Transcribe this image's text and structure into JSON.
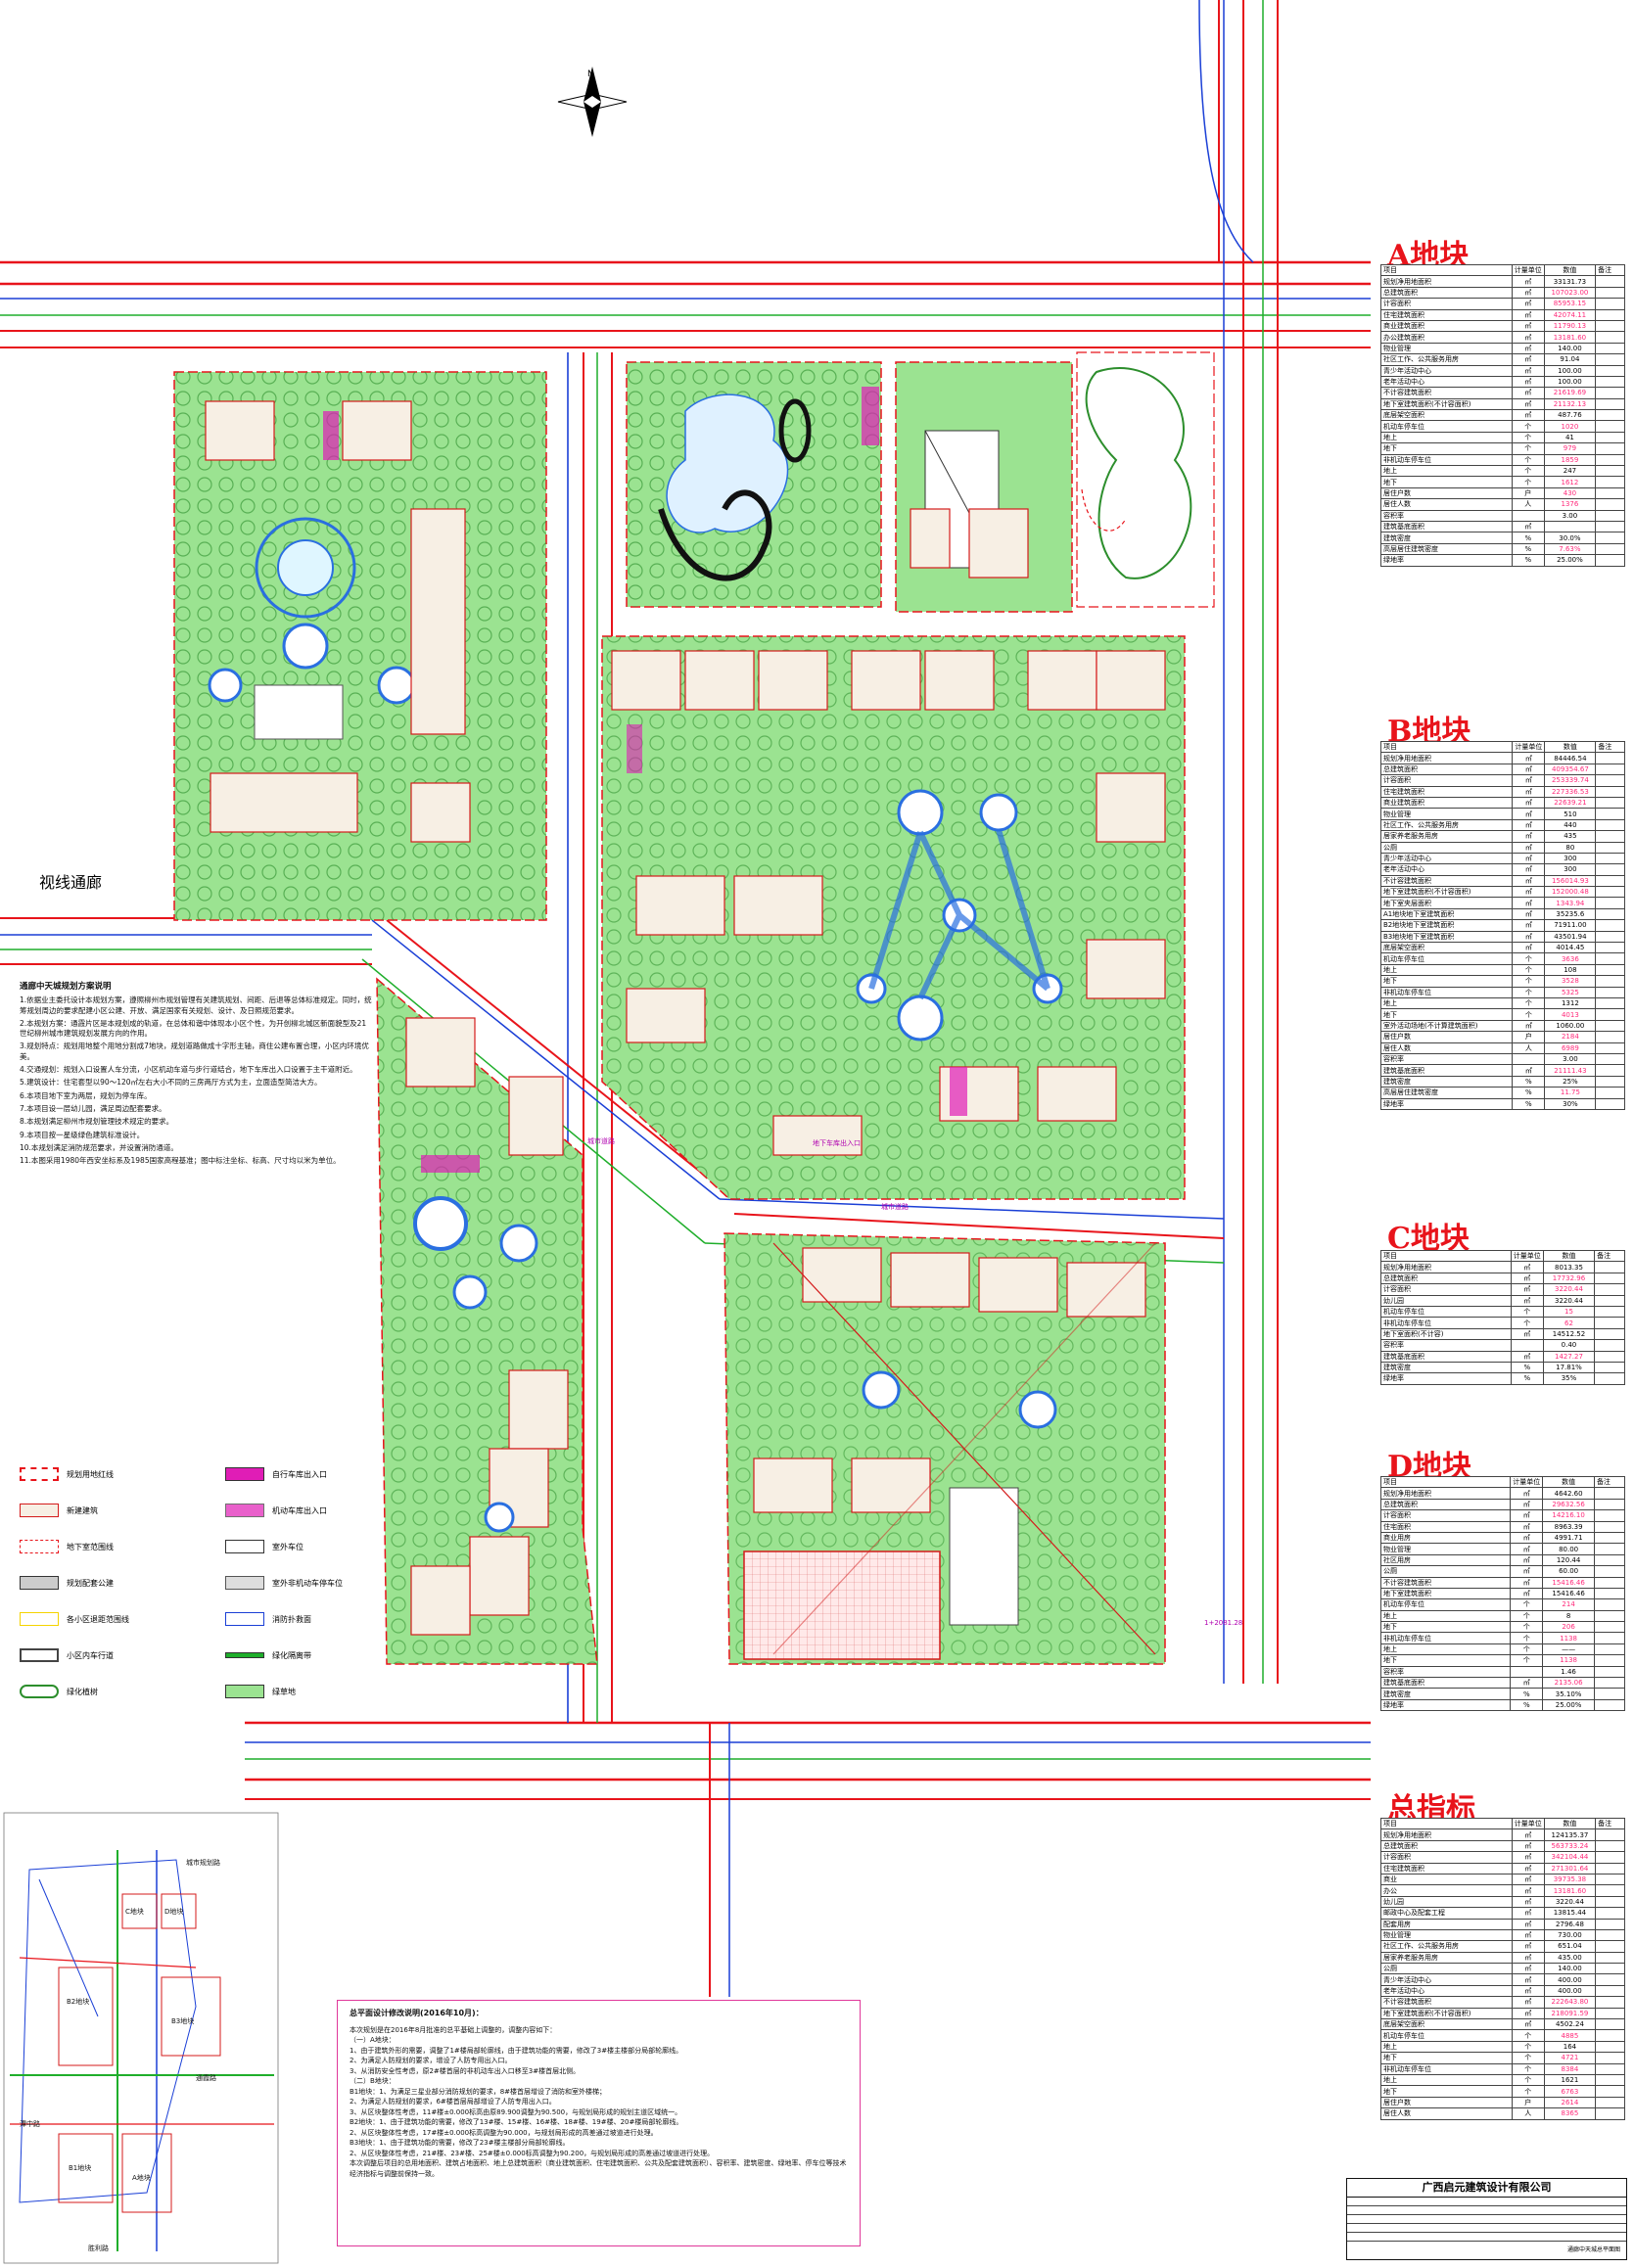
{
  "page": {
    "sight_corridor_label": "视线通廊",
    "north_symbol": "N"
  },
  "colors": {
    "green_space": "#9be391",
    "road_red": "#e8141b",
    "road_blue": "#1a3fd6",
    "road_green": "#1fae2b",
    "magenta": "#e01db6",
    "building_outline": "#d41b1b",
    "yellow_line": "#f5d400",
    "tree": "#2c8e2c"
  },
  "blocks": [
    {
      "id": "A",
      "label": "A地块"
    },
    {
      "id": "B",
      "label": "B地块"
    },
    {
      "id": "C",
      "label": "C地块"
    },
    {
      "id": "D",
      "label": "D地块"
    }
  ],
  "tables": {
    "A": {
      "title": "A地块",
      "header": [
        "项目",
        "计量单位",
        "数值",
        "备注"
      ],
      "rows": [
        [
          "规划净用地面积",
          "㎡",
          "33131.73",
          ""
        ],
        [
          "总建筑面积",
          "㎡",
          "107023.00",
          ""
        ],
        [
          "计容面积",
          "㎡",
          "85953.15",
          ""
        ],
        [
          "住宅建筑面积",
          "㎡",
          "42074.11",
          ""
        ],
        [
          "商业建筑面积",
          "㎡",
          "11790.13",
          ""
        ],
        [
          "办公建筑面积",
          "㎡",
          "13181.60",
          ""
        ],
        [
          "物业管理",
          "㎡",
          "140.00",
          ""
        ],
        [
          "社区工作、公共服务用房",
          "㎡",
          "91.04",
          ""
        ],
        [
          "青少年活动中心",
          "㎡",
          "100.00",
          ""
        ],
        [
          "老年活动中心",
          "㎡",
          "100.00",
          ""
        ],
        [
          "不计容建筑面积",
          "㎡",
          "21619.69",
          ""
        ],
        [
          "地下室建筑面积(不计容面积)",
          "㎡",
          "21132.13",
          ""
        ],
        [
          "底层架空面积",
          "㎡",
          "487.76",
          ""
        ],
        [
          "机动车停车位",
          "个",
          "1020",
          ""
        ],
        [
          "地上",
          "个",
          "41",
          ""
        ],
        [
          "地下",
          "个",
          "979",
          ""
        ],
        [
          "非机动车停车位",
          "个",
          "1859",
          ""
        ],
        [
          "地上",
          "个",
          "247",
          ""
        ],
        [
          "地下",
          "个",
          "1612",
          ""
        ],
        [
          "居住户数",
          "户",
          "430",
          ""
        ],
        [
          "居住人数",
          "人",
          "1376",
          ""
        ],
        [
          "容积率",
          "",
          "3.00",
          ""
        ],
        [
          "建筑基底面积",
          "㎡",
          "",
          ""
        ],
        [
          "建筑密度",
          "%",
          "30.0%",
          ""
        ],
        [
          "高层居住建筑密度",
          "%",
          "7.63%",
          ""
        ],
        [
          "绿地率",
          "%",
          "25.00%",
          ""
        ]
      ]
    },
    "B": {
      "title": "B地块",
      "header": [
        "项目",
        "计量单位",
        "数值",
        "备注"
      ],
      "rows": [
        [
          "规划净用地面积",
          "㎡",
          "84446.54",
          ""
        ],
        [
          "总建筑面积",
          "㎡",
          "409354.67",
          ""
        ],
        [
          "计容面积",
          "㎡",
          "253339.74",
          ""
        ],
        [
          "住宅建筑面积",
          "㎡",
          "227336.53",
          ""
        ],
        [
          "商业建筑面积",
          "㎡",
          "22639.21",
          ""
        ],
        [
          "物业管理",
          "㎡",
          "510",
          ""
        ],
        [
          "社区工作、公共服务用房",
          "㎡",
          "440",
          ""
        ],
        [
          "居家养老服务用房",
          "㎡",
          "435",
          ""
        ],
        [
          "公厕",
          "㎡",
          "80",
          ""
        ],
        [
          "青少年活动中心",
          "㎡",
          "300",
          ""
        ],
        [
          "老年活动中心",
          "㎡",
          "300",
          ""
        ],
        [
          "不计容建筑面积",
          "㎡",
          "156014.93",
          ""
        ],
        [
          "地下室建筑面积(不计容面积)",
          "㎡",
          "152000.48",
          ""
        ],
        [
          "地下室夹层面积",
          "㎡",
          "1343.94",
          ""
        ],
        [
          "A1地块地下室建筑面积",
          "㎡",
          "35235.6",
          ""
        ],
        [
          "B2地块地下室建筑面积",
          "㎡",
          "71911.00",
          ""
        ],
        [
          "B3地块地下室建筑面积",
          "㎡",
          "43501.94",
          ""
        ],
        [
          "底层架空面积",
          "㎡",
          "4014.45",
          ""
        ],
        [
          "机动车停车位",
          "个",
          "3636",
          ""
        ],
        [
          "地上",
          "个",
          "108",
          ""
        ],
        [
          "地下",
          "个",
          "3528",
          ""
        ],
        [
          "非机动车停车位",
          "个",
          "5325",
          ""
        ],
        [
          "地上",
          "个",
          "1312",
          ""
        ],
        [
          "地下",
          "个",
          "4013",
          ""
        ],
        [
          "室外活动场地(不计算建筑面积)",
          "㎡",
          "1060.00",
          ""
        ],
        [
          "居住户数",
          "户",
          "2184",
          ""
        ],
        [
          "居住人数",
          "人",
          "6989",
          ""
        ],
        [
          "容积率",
          "",
          "3.00",
          ""
        ],
        [
          "建筑基底面积",
          "㎡",
          "21111.43",
          ""
        ],
        [
          "建筑密度",
          "%",
          "25%",
          ""
        ],
        [
          "高层居住建筑密度",
          "%",
          "11.75",
          ""
        ],
        [
          "绿地率",
          "%",
          "30%",
          ""
        ]
      ]
    },
    "C": {
      "title": "C地块",
      "header": [
        "项目",
        "计量单位",
        "数值",
        "备注"
      ],
      "rows": [
        [
          "规划净用地面积",
          "㎡",
          "8013.35",
          ""
        ],
        [
          "总建筑面积",
          "㎡",
          "17732.96",
          ""
        ],
        [
          "计容面积",
          "㎡",
          "3220.44",
          ""
        ],
        [
          "幼儿园",
          "㎡",
          "3220.44",
          ""
        ],
        [
          "机动车停车位",
          "个",
          "15",
          ""
        ],
        [
          "非机动车停车位",
          "个",
          "62",
          ""
        ],
        [
          "地下室面积(不计容)",
          "㎡",
          "14512.52",
          ""
        ],
        [
          "容积率",
          "",
          "0.40",
          ""
        ],
        [
          "建筑基底面积",
          "㎡",
          "1427.27",
          ""
        ],
        [
          "建筑密度",
          "%",
          "17.81%",
          ""
        ],
        [
          "绿地率",
          "%",
          "35%",
          ""
        ]
      ]
    },
    "D": {
      "title": "D地块",
      "header": [
        "项目",
        "计量单位",
        "数值",
        "备注"
      ],
      "rows": [
        [
          "规划净用地面积",
          "㎡",
          "4642.60",
          ""
        ],
        [
          "总建筑面积",
          "㎡",
          "29632.56",
          ""
        ],
        [
          "计容面积",
          "㎡",
          "14216.10",
          ""
        ],
        [
          "住宅面积",
          "㎡",
          "8963.39",
          ""
        ],
        [
          "商业用房",
          "㎡",
          "4991.71",
          ""
        ],
        [
          "物业管理",
          "㎡",
          "80.00",
          ""
        ],
        [
          "社区用房",
          "㎡",
          "120.44",
          ""
        ],
        [
          "公厕",
          "㎡",
          "60.00",
          ""
        ],
        [
          "不计容建筑面积",
          "㎡",
          "15416.46",
          ""
        ],
        [
          "地下室建筑面积",
          "㎡",
          "15416.46",
          ""
        ],
        [
          "机动车停车位",
          "个",
          "214",
          ""
        ],
        [
          "地上",
          "个",
          "8",
          ""
        ],
        [
          "地下",
          "个",
          "206",
          ""
        ],
        [
          "非机动车停车位",
          "个",
          "1138",
          ""
        ],
        [
          "地上",
          "个",
          "——",
          ""
        ],
        [
          "地下",
          "个",
          "1138",
          ""
        ],
        [
          "容积率",
          "",
          "1.46",
          ""
        ],
        [
          "建筑基底面积",
          "㎡",
          "2135.06",
          ""
        ],
        [
          "建筑密度",
          "%",
          "35.10%",
          ""
        ],
        [
          "绿地率",
          "%",
          "25.00%",
          ""
        ]
      ]
    },
    "TOTAL": {
      "title": "总指标",
      "header": [
        "项目",
        "计量单位",
        "数值",
        "备注"
      ],
      "rows": [
        [
          "规划净用地面积",
          "㎡",
          "124135.37",
          ""
        ],
        [
          "总建筑面积",
          "㎡",
          "563733.24",
          ""
        ],
        [
          "计容面积",
          "㎡",
          "342104.44",
          ""
        ],
        [
          "住宅建筑面积",
          "㎡",
          "271301.64",
          ""
        ],
        [
          "商业",
          "㎡",
          "39735.38",
          ""
        ],
        [
          "办公",
          "㎡",
          "13181.60",
          ""
        ],
        [
          "幼儿园",
          "㎡",
          "3220.44",
          ""
        ],
        [
          "邮政中心及配套工程",
          "㎡",
          "13815.44",
          ""
        ],
        [
          "配套用房",
          "㎡",
          "2796.48",
          ""
        ],
        [
          "物业管理",
          "㎡",
          "730.00",
          ""
        ],
        [
          "社区工作、公共服务用房",
          "㎡",
          "651.04",
          ""
        ],
        [
          "居家养老服务用房",
          "㎡",
          "435.00",
          ""
        ],
        [
          "公厕",
          "㎡",
          "140.00",
          ""
        ],
        [
          "青少年活动中心",
          "㎡",
          "400.00",
          ""
        ],
        [
          "老年活动中心",
          "㎡",
          "400.00",
          ""
        ],
        [
          "不计容建筑面积",
          "㎡",
          "222643.80",
          ""
        ],
        [
          "地下室建筑面积(不计容面积)",
          "㎡",
          "218091.59",
          ""
        ],
        [
          "底层架空面积",
          "㎡",
          "4502.24",
          ""
        ],
        [
          "机动车停车位",
          "个",
          "4885",
          ""
        ],
        [
          "地上",
          "个",
          "164",
          ""
        ],
        [
          "地下",
          "个",
          "4721",
          ""
        ],
        [
          "非机动车停车位",
          "个",
          "8384",
          ""
        ],
        [
          "地上",
          "个",
          "1621",
          ""
        ],
        [
          "地下",
          "个",
          "6763",
          ""
        ],
        [
          "居住户数",
          "户",
          "2614",
          ""
        ],
        [
          "居住人数",
          "人",
          "8365",
          ""
        ]
      ]
    }
  },
  "notes": {
    "title": "通廊中天城规划方案说明",
    "paragraphs": [
      "1.依据业主委托设计本规划方案，遵照柳州市规划管理有关建筑规划、间距、后退等总体标准规定。同时，统筹规划周边的要求配建小区公建、开放、满足国家有关规划、设计、及日照规范要求。",
      "2.本规划方案：通霞片区是本规划成的轨道，在总体和谐中体现本小区个性，为开创柳北城区新面貌型及21世纪柳州城市建筑规划发展方向的作用。",
      "3.规划特点：规划用地整个用地分割成7地块，规划道路做成十字形主轴，商住公建布置合理，小区内环境优美。",
      "4.交通规划：规划入口设置人车分流，小区机动车道与步行道结合，地下车库出入口设置于主干道附近。",
      "5.建筑设计：住宅套型以90～120㎡左右大小不同的三房两厅方式为主，立面造型简洁大方。",
      "6.本项目地下室为两层，规划为停车库。",
      "7.本项目设一层幼儿园，满足周边配套要求。",
      "8.本规划满足柳州市规划管理技术规定的要求。",
      "9.本项目按一星级绿色建筑标准设计。",
      "10.本规划满足消防规范要求，并设置消防通道。",
      "11.本图采用1980年西安坐标系及1985国家高程基准；图中标注坐标、标高、尺寸均以米为单位。"
    ]
  },
  "legend": [
    {
      "key": "site_boundary",
      "label": "规划用地红线"
    },
    {
      "key": "bike_entry",
      "label": "自行车库出入口"
    },
    {
      "key": "new_building",
      "label": "新建建筑"
    },
    {
      "key": "car_entry",
      "label": "机动车库出入口"
    },
    {
      "key": "basement_line",
      "label": "地下室范围线"
    },
    {
      "key": "outdoor_parking",
      "label": "室外车位"
    },
    {
      "key": "commercial",
      "label": "规划配套公建"
    },
    {
      "key": "nonmotor_parking",
      "label": "室外非机动车停车位"
    },
    {
      "key": "setback",
      "label": "各小区退距范围线"
    },
    {
      "key": "fire_area",
      "label": "消防扑救面"
    },
    {
      "key": "internal_road",
      "label": "小区内车行道"
    },
    {
      "key": "green_belt",
      "label": "绿化隔离带"
    },
    {
      "key": "tree",
      "label": "绿化植树"
    },
    {
      "key": "grass",
      "label": "绿草地"
    }
  ],
  "revision": {
    "title": "总平面设计修改说明(2016年10月)：",
    "lines": [
      "本次规划是在2016年8月批准的总平基础上调整的，调整内容如下：",
      "（一）A地块：",
      "1、由于建筑外形的需要，调整了1#楼局部轮廓线，由于建筑功能的需要，修改了3#楼主楼部分局部轮廓线。",
      "2、为满足人防规划的要求，增设了人防专用出入口。",
      "3、从消防安全性考虑，原2#楼首层的非机动车出入口移至3#楼首层北侧。",
      "（二）B地块：",
      "B1地块：1、为满足三星业部分消防规划的要求，8#楼首层增设了消防和室外楼梯；",
      "2、为满足人防规划的要求，6#楼首层局部增设了人防专用出入口。",
      "3、从区块整体性考虑，11#楼±0.000标高由原89.900调整为90.500，与规划局形成的规划主道区域统一。",
      "B2地块：1、由于建筑功能的需要，修改了13#楼、15#楼、16#楼、18#楼、19#楼、20#楼局部轮廓线。",
      "2、从区块整体性考虑，17#楼±0.000标高调整为90.000，与规划局形成的高差通过坡道进行处理。",
      "B3地块：1、由于建筑功能的需要，修改了23#楼主楼部分局部轮廓线。",
      "2、从区块整体性考虑，21#楼、23#楼、25#楼±0.000标高调整为90.200，与规划局形成的高差通过坡道进行处理。",
      "本次调整后项目的总用地面积、建筑占地面积、地上总建筑面积（商业建筑面积、住宅建筑面积、公共及配套建筑面积）、容积率、建筑密度、绿地率、停车位等技术经济指标与调整前保持一致。"
    ]
  },
  "titleblock": {
    "firm": "广西启元建筑设计有限公司",
    "drawing": "通廊中天城总平面图"
  },
  "minimap": {
    "labels": [
      "C地块",
      "D地块",
      "B2地块",
      "B3地块",
      "B1地块",
      "A地块",
      "城市规划路",
      "通霞路",
      "潭中路",
      "胜利路"
    ]
  }
}
